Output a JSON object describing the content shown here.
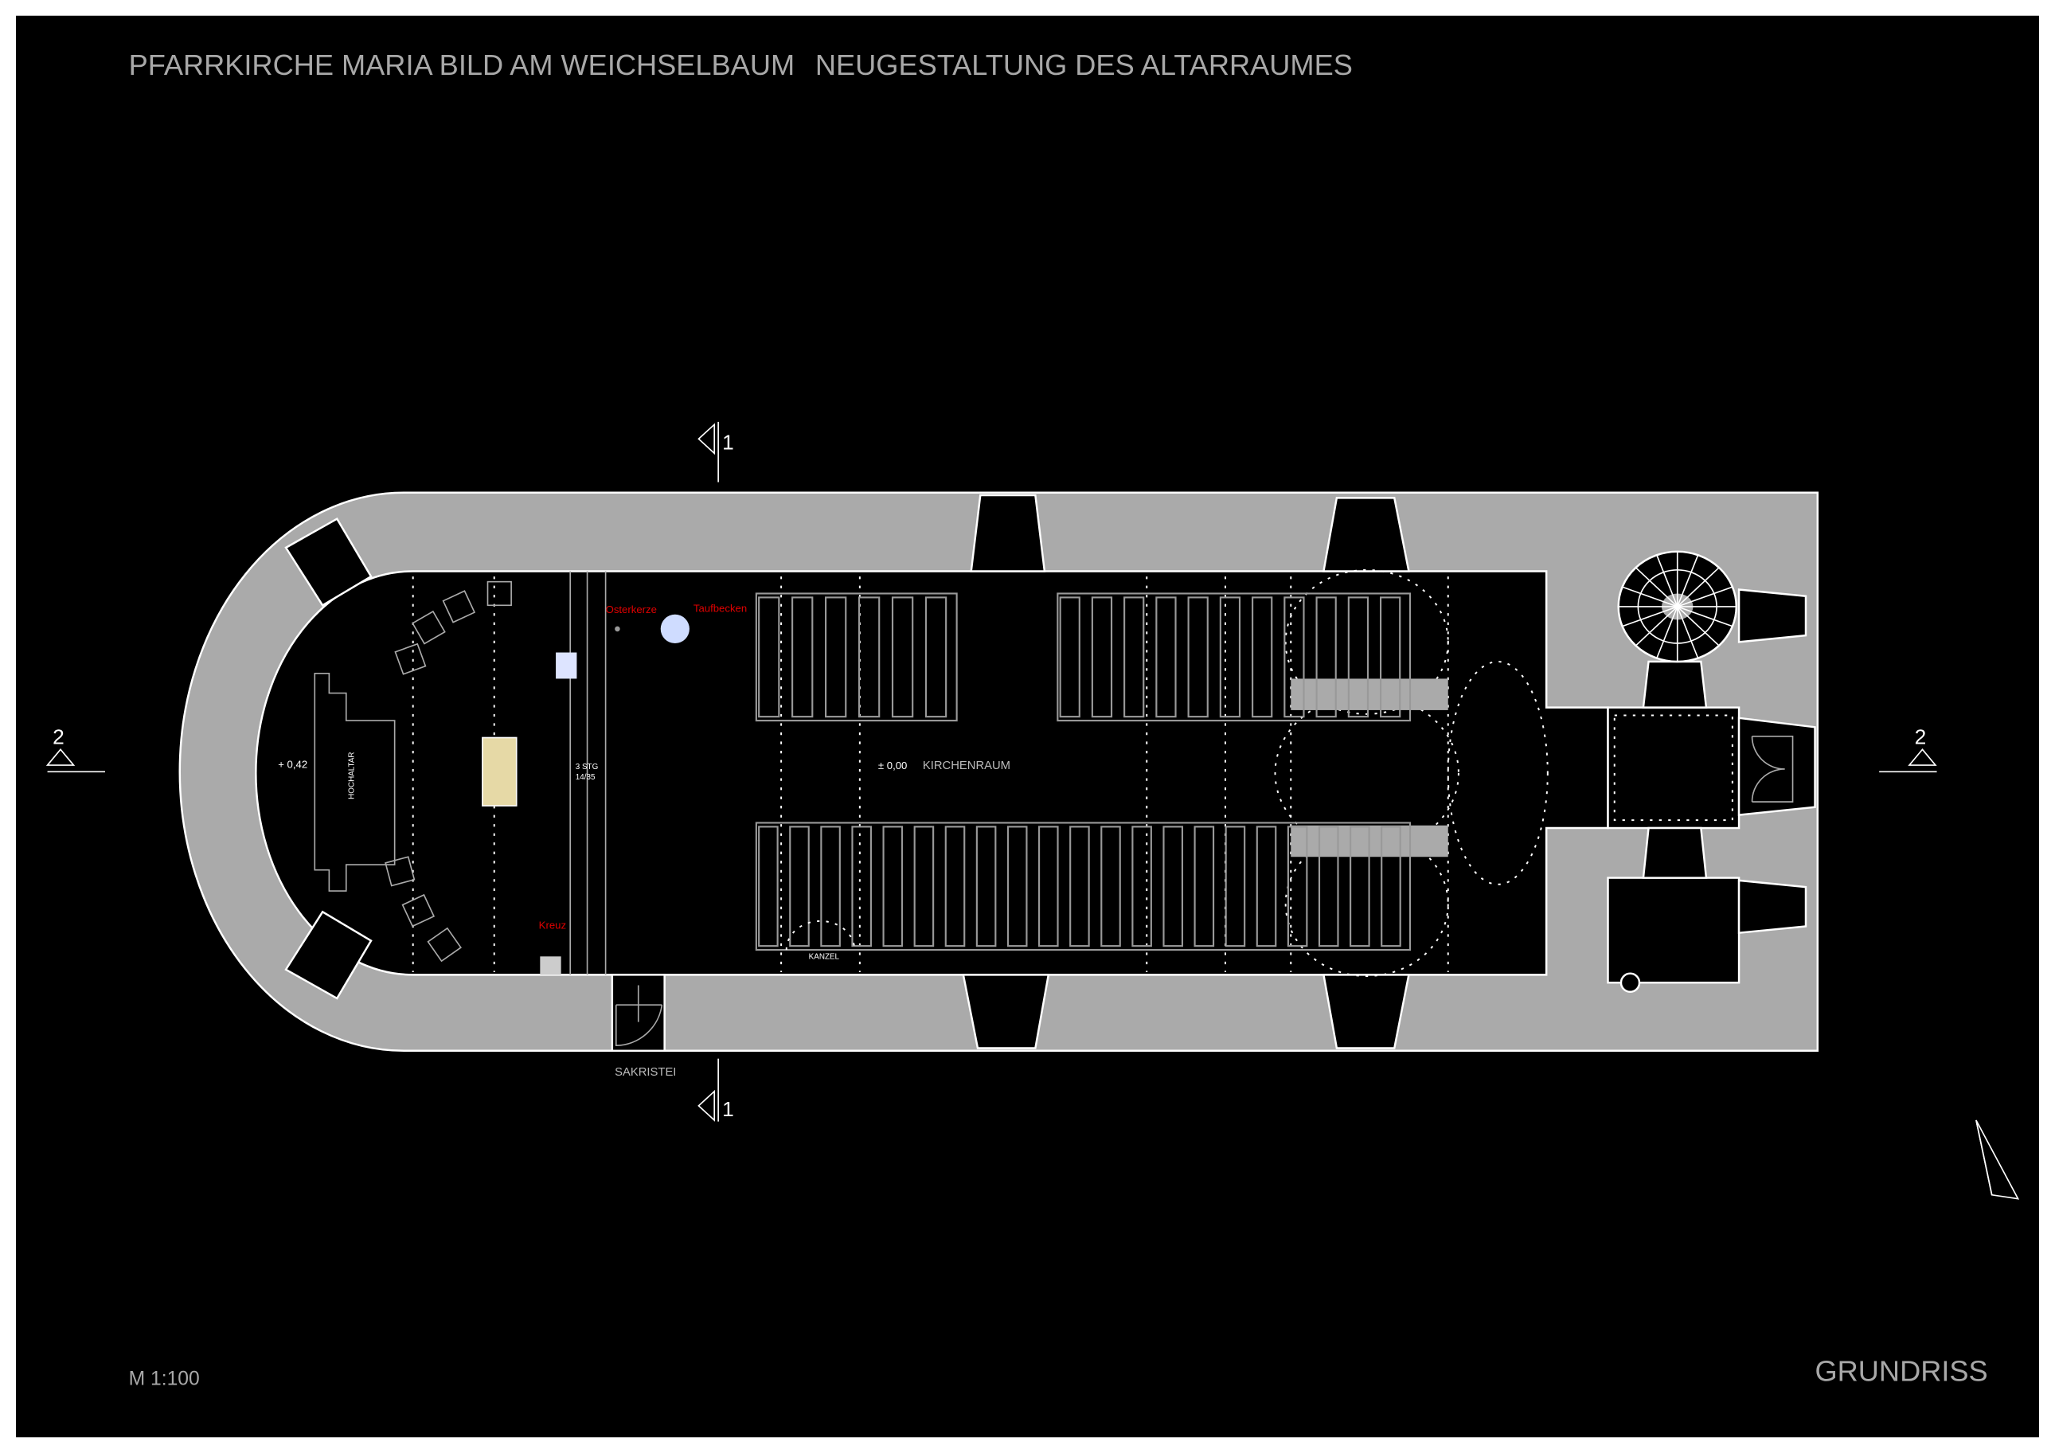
{
  "header": {
    "project": "PFARRKIRCHE MARIA BILD AM WEICHSELBAUM",
    "subject": "NEUGESTALTUNG DES ALTARRAUMES"
  },
  "plan": {
    "altar_level": "+ 0,42",
    "hochaltar": "HOCHALTAR",
    "stairs_line1": "3 STG",
    "stairs_line2": "14/35",
    "osterkerze": "Osterkerze",
    "taufbecken": "Taufbecken",
    "kreuz": "Kreuz",
    "nave_level": "± 0,00",
    "nave_name": "KIRCHENRAUM",
    "kanzel": "KANZEL",
    "sakristei": "SAKRISTEI",
    "section_1": "1",
    "section_2": "2"
  },
  "colors": {
    "wall": "#aaaaaa",
    "annotation": "#e00000",
    "background": "#000000"
  },
  "footer": {
    "scale": "M 1:100",
    "sheet": "GRUNDRISS"
  }
}
